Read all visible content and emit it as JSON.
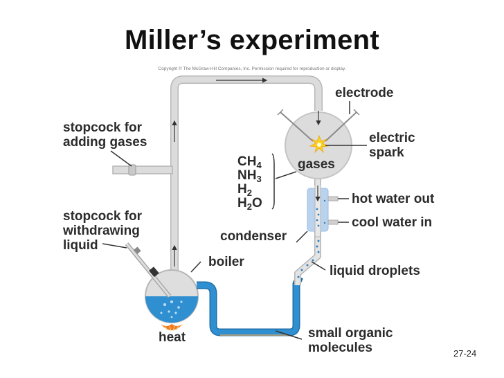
{
  "slide": {
    "title": "Miller’s experiment",
    "copyright": "Copyright © The McGraw-Hill Companies, Inc. Permission required for reproduction or display.",
    "slide_number": "27-24"
  },
  "labels": {
    "electrode": "electrode",
    "electric_spark_line1": "electric",
    "electric_spark_line2": "spark",
    "gases": "gases",
    "stopcock_adding_line1": "stopcock for",
    "stopcock_adding_line2": "adding gases",
    "stopcock_withdrawing_line1": "stopcock for",
    "stopcock_withdrawing_line2": "withdrawing",
    "stopcock_withdrawing_line3": "liquid",
    "hot_water_out": "hot water out",
    "cool_water_in": "cool water in",
    "condenser": "condenser",
    "boiler": "boiler",
    "liquid_droplets": "liquid droplets",
    "heat": "heat",
    "small_organic_line1": "small organic",
    "small_organic_line2": "molecules"
  },
  "gas_list": [
    {
      "symbol": "CH",
      "subscript": "4",
      "suffix": ""
    },
    {
      "symbol": "NH",
      "subscript": "3",
      "suffix": ""
    },
    {
      "symbol": "H",
      "subscript": "2",
      "suffix": ""
    },
    {
      "symbol": "H",
      "subscript": "2",
      "suffix": "O"
    }
  ],
  "colors": {
    "glass": "#d9d9d9",
    "glass_edge": "#b5b5b5",
    "water": "#2f8fd0",
    "condenser_jacket": "#b9d3ee",
    "spark": "#f7d21e",
    "flame": "#f07a22"
  }
}
